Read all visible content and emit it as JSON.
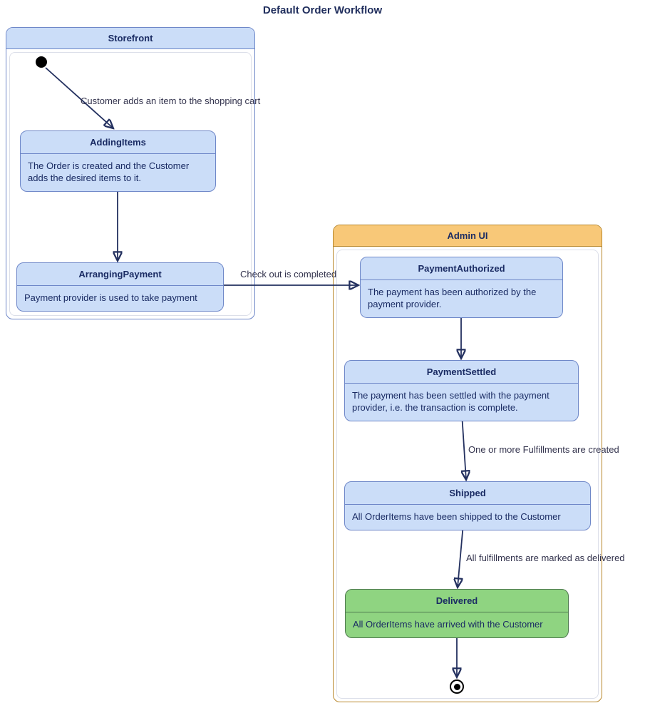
{
  "title": "Default Order Workflow",
  "containers": {
    "storefront": {
      "label": "Storefront"
    },
    "admin_ui": {
      "label": "Admin UI"
    }
  },
  "states": {
    "adding_items": {
      "title": "AddingItems",
      "description": "The Order is created and the Customer adds the desired items to it."
    },
    "arranging_payment": {
      "title": "ArrangingPayment",
      "description": "Payment provider is used to take payment"
    },
    "payment_authorized": {
      "title": "PaymentAuthorized",
      "description": "The payment has been authorized by the payment provider."
    },
    "payment_settled": {
      "title": "PaymentSettled",
      "description": "The payment has been settled with the payment provider, i.e. the transaction is complete."
    },
    "shipped": {
      "title": "Shipped",
      "description": "All OrderItems have been shipped to the Customer"
    },
    "delivered": {
      "title": "Delivered",
      "description": "All OrderItems have arrived with the Customer"
    }
  },
  "transitions": {
    "start_to_adding_items": {
      "label": "Customer adds an item to the shopping cart"
    },
    "arranging_to_authorized": {
      "label": "Check out is completed"
    },
    "settled_to_shipped": {
      "label": "One or more Fulfillments are created"
    },
    "shipped_to_delivered": {
      "label": "All fulfillments are marked as delivered"
    }
  },
  "colors": {
    "state_fill": "#cbddf8",
    "state_border": "#6e87c8",
    "admin_header_fill": "#f8c878",
    "admin_border": "#b8872b",
    "delivered_fill": "#8fd481",
    "delivered_border": "#4f7a4f",
    "arrow": "#23305f",
    "text": "#1a2b63"
  }
}
